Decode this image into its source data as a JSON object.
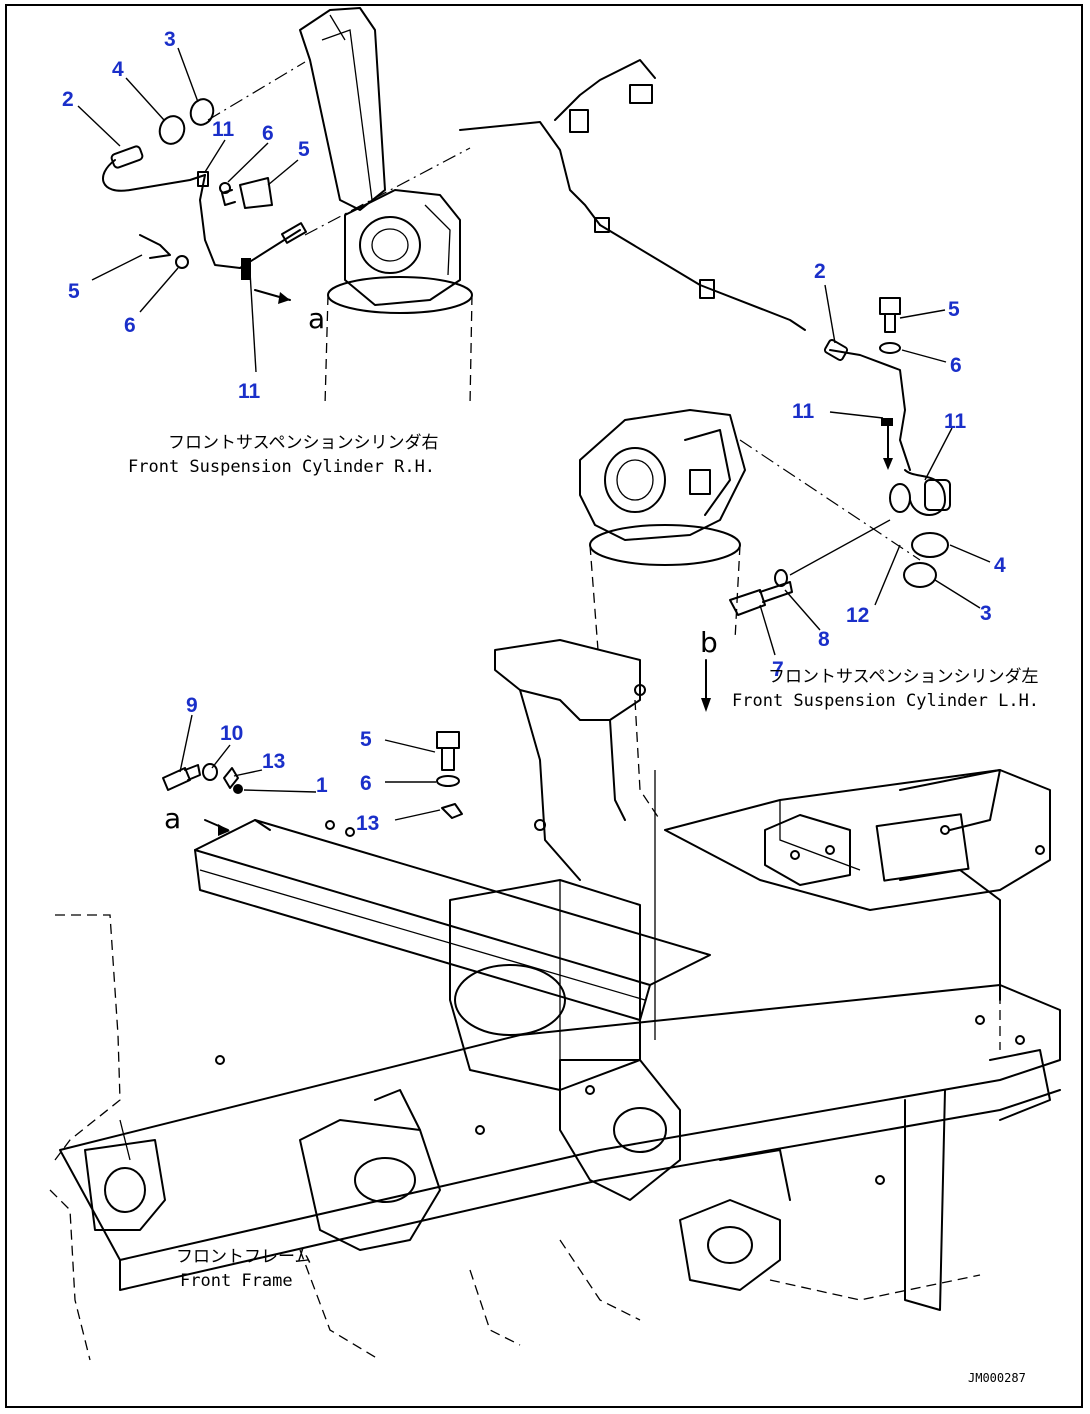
{
  "captions": {
    "cyl_rh_jp": "フロントサスペンションシリンダ右",
    "cyl_rh_en": "Front Suspension Cylinder R.H.",
    "cyl_lh_jp": "フロントサスペンションシリンダ左",
    "cyl_lh_en": "Front Suspension Cylinder L.H.",
    "frame_jp": "フロントフレーム",
    "frame_en": "Front Frame"
  },
  "ref_letters": {
    "a": "a",
    "b": "b"
  },
  "drawing_number": "JM000287",
  "callouts": {
    "rh_2": "2",
    "rh_4": "4",
    "rh_3": "3",
    "rh_11_top": "11",
    "rh_6_top": "6",
    "rh_5_top": "5",
    "rh_5_left": "5",
    "rh_6_left": "6",
    "rh_11_bottom": "11",
    "lh_2": "2",
    "lh_5": "5",
    "lh_6": "6",
    "lh_11_left": "11",
    "lh_11_right": "11",
    "lh_4": "4",
    "lh_3": "3",
    "lh_12": "12",
    "lh_8": "8",
    "lh_7": "7",
    "fr_9": "9",
    "fr_10": "10",
    "fr_13_top": "13",
    "fr_1": "1",
    "fr_5": "5",
    "fr_6": "6",
    "fr_13_bottom": "13"
  },
  "colors": {
    "callout": "#1a2fc9",
    "line": "#000000"
  }
}
